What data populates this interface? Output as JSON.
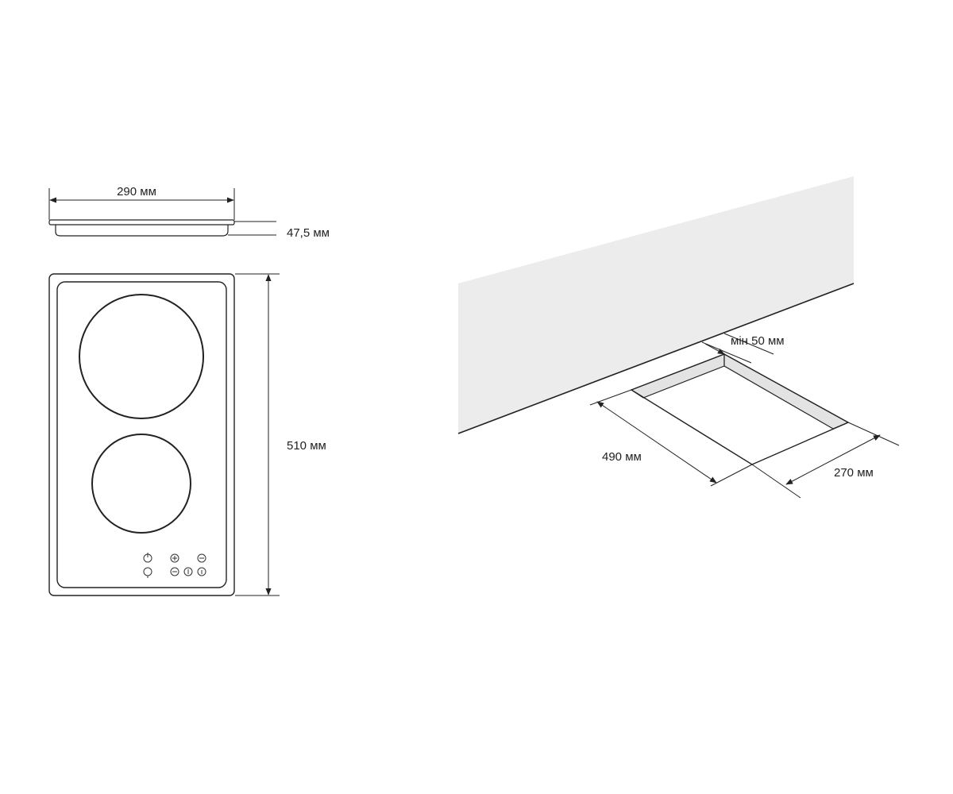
{
  "diagram": {
    "hob": {
      "dims": {
        "width": "290 мм",
        "height": "47,5 мм",
        "depth": "510 мм"
      }
    },
    "cutout": {
      "dims": {
        "min_gap": "мін 50 мм",
        "depth": "490 мм",
        "width": "270 мм"
      }
    }
  }
}
